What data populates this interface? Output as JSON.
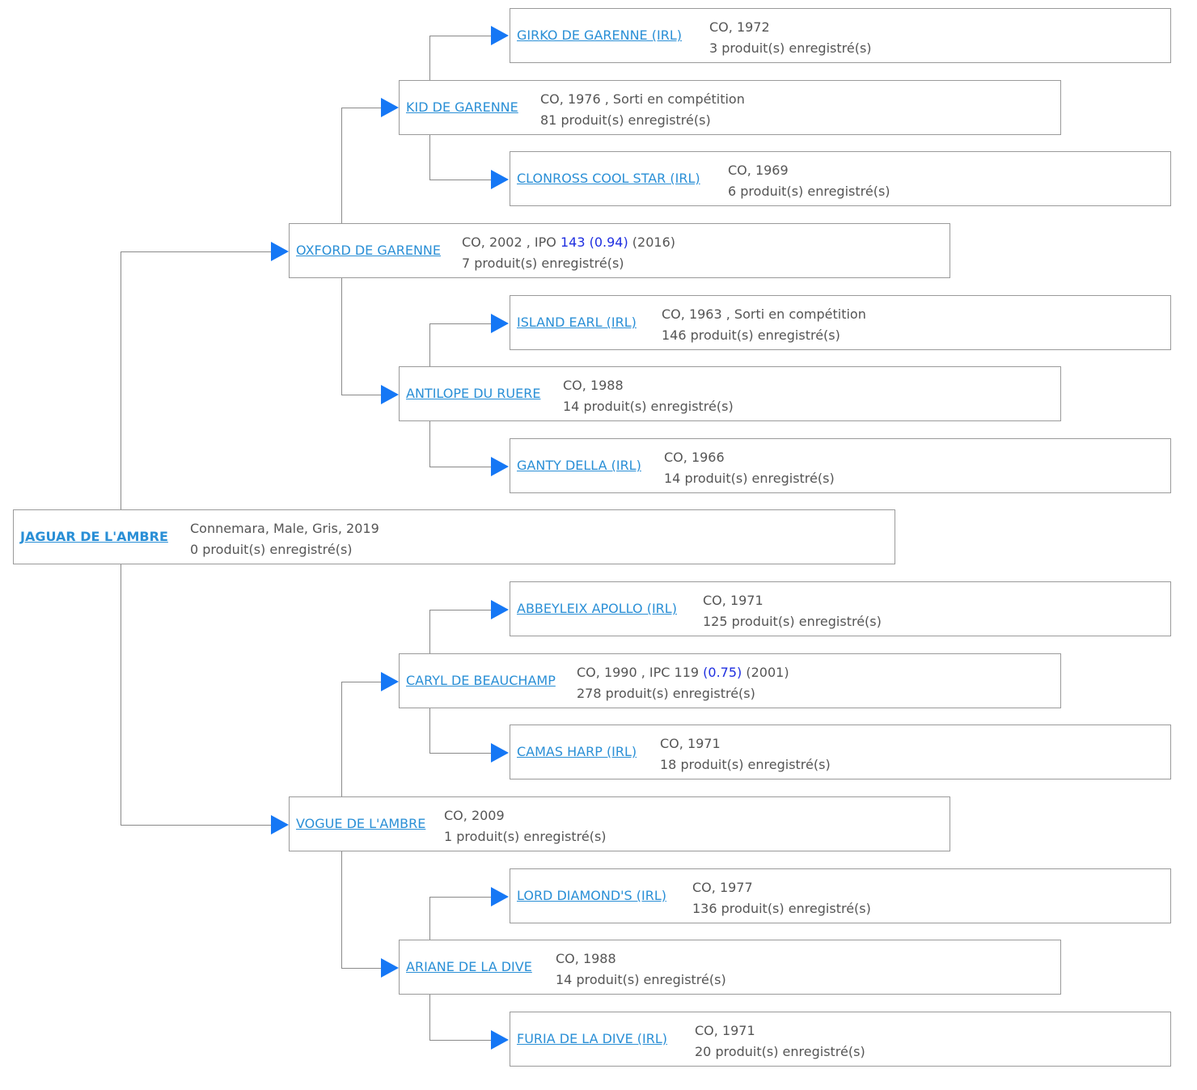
{
  "root": {
    "name": "JAGUAR DE L'AMBRE",
    "line1": "Connemara, Male, Gris, 2019",
    "line2": "0 produit(s) enregistré(s)"
  },
  "sire": {
    "name": "OXFORD DE GARENNE",
    "line1_a": "CO, 2002 , IPO ",
    "score_a": "143 (0.94)",
    "line1_b": " (2016)",
    "line2": "7 produit(s) enregistré(s)"
  },
  "dam": {
    "name": "VOGUE DE L'AMBRE",
    "line1": "CO, 2009",
    "line2": "1 produit(s) enregistré(s)"
  },
  "ss": {
    "name": "KID DE GARENNE",
    "line1": "CO, 1976 , Sorti en compétition",
    "line2": "81 produit(s) enregistré(s)"
  },
  "sd": {
    "name": "ANTILOPE DU RUERE",
    "line1": "CO, 1988",
    "line2": "14 produit(s) enregistré(s)"
  },
  "ds": {
    "name": "CARYL DE BEAUCHAMP",
    "line1_a": "CO, 1990 , IPC 119 ",
    "score_a": "(0.75)",
    "line1_b": " (2001)",
    "line2": "278 produit(s) enregistré(s)"
  },
  "dd": {
    "name": "ARIANE DE LA DIVE",
    "line1": "CO, 1988",
    "line2": "14 produit(s) enregistré(s)"
  },
  "sss": {
    "name": "GIRKO DE GARENNE (IRL)",
    "line1": "CO, 1972",
    "line2": "3 produit(s) enregistré(s)"
  },
  "ssd": {
    "name": "CLONROSS COOL STAR (IRL)",
    "line1": "CO, 1969",
    "line2": "6 produit(s) enregistré(s)"
  },
  "sds": {
    "name": "ISLAND EARL (IRL)",
    "line1": "CO, 1963 , Sorti en compétition",
    "line2": "146 produit(s) enregistré(s)"
  },
  "sdd": {
    "name": "GANTY DELLA (IRL)",
    "line1": "CO, 1966",
    "line2": "14 produit(s) enregistré(s)"
  },
  "dss": {
    "name": "ABBEYLEIX APOLLO (IRL)",
    "line1": "CO, 1971",
    "line2": "125 produit(s) enregistré(s)"
  },
  "dsd": {
    "name": "CAMAS HARP (IRL)",
    "line1": "CO, 1971",
    "line2": "18 produit(s) enregistré(s)"
  },
  "dds": {
    "name": "LORD DIAMOND'S (IRL)",
    "line1": "CO, 1977",
    "line2": "136 produit(s) enregistré(s)"
  },
  "ddd": {
    "name": "FURIA DE LA DIVE (IRL)",
    "line1": "CO, 1971",
    "line2": "20 produit(s) enregistré(s)"
  },
  "colors": {
    "link": "#2a8fd6",
    "arrow": "#1577f5",
    "score": "#1f2fe0",
    "border": "#9a9a9a",
    "connector": "#8a8a8a"
  }
}
